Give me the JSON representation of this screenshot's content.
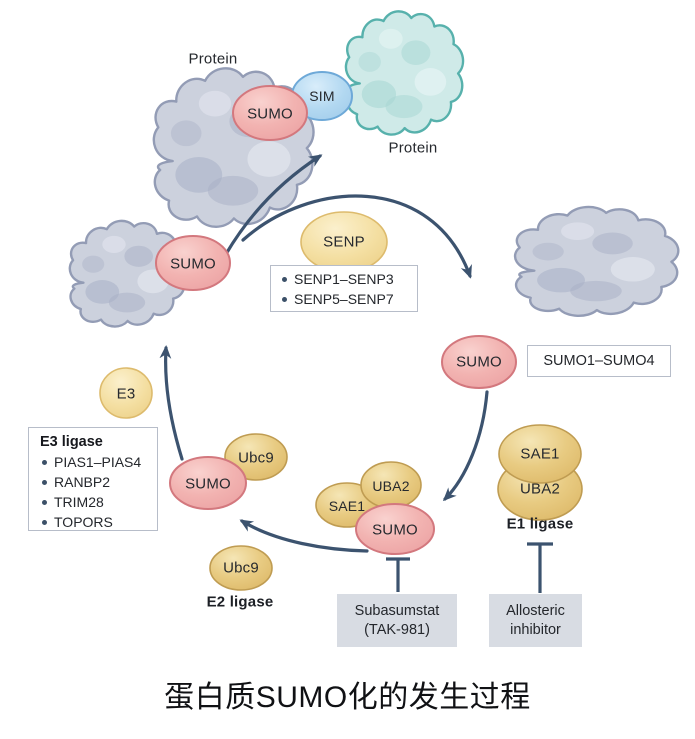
{
  "title": "蛋白质SUMO化的发生过程",
  "labels": {
    "protein_top": "Protein",
    "protein_partner": "Protein",
    "sumo": "SUMO",
    "sim": "SIM",
    "senp": "SENP",
    "sae1": "SAE1",
    "uba2": "UBA2",
    "ubc9": "Ubc9",
    "e3": "E3",
    "e1_ligase": "E1 ligase",
    "e2_ligase": "E2 ligase"
  },
  "boxes": {
    "senp_family": {
      "items": [
        "SENP1–SENP3",
        "SENP5–SENP7"
      ]
    },
    "sumo_family": {
      "text": "SUMO1–SUMO4"
    },
    "e3_family": {
      "title": "E3 ligase",
      "items": [
        "PIAS1–PIAS4",
        "RANBP2",
        "TRIM28",
        "TOPORS"
      ]
    },
    "inhibitor_tak981": {
      "line1": "Subasumstat",
      "line2": "(TAK-981)"
    },
    "inhibitor_allosteric": {
      "line1": "Allosteric",
      "line2": "inhibitor"
    }
  },
  "colors": {
    "sumo_fill": "#f2b3b1",
    "sumo_stroke": "#d3787e",
    "gold_fill": "#e8cb82",
    "gold_stroke": "#bf9c52",
    "pale_gold_fill": "#f4dfa2",
    "pale_gold_stroke": "#ddbb6d",
    "sim_fill": "#b2d8f1",
    "sim_stroke": "#6ea9d8",
    "gray_cloud_fill": "#ccd1dd",
    "gray_cloud_stroke": "#939cb5",
    "teal_cloud_fill": "#cfeae8",
    "teal_cloud_stroke": "#57b1ac",
    "arrow": "#3c536f",
    "inhibitor_box_bg": "#d8dce3"
  }
}
